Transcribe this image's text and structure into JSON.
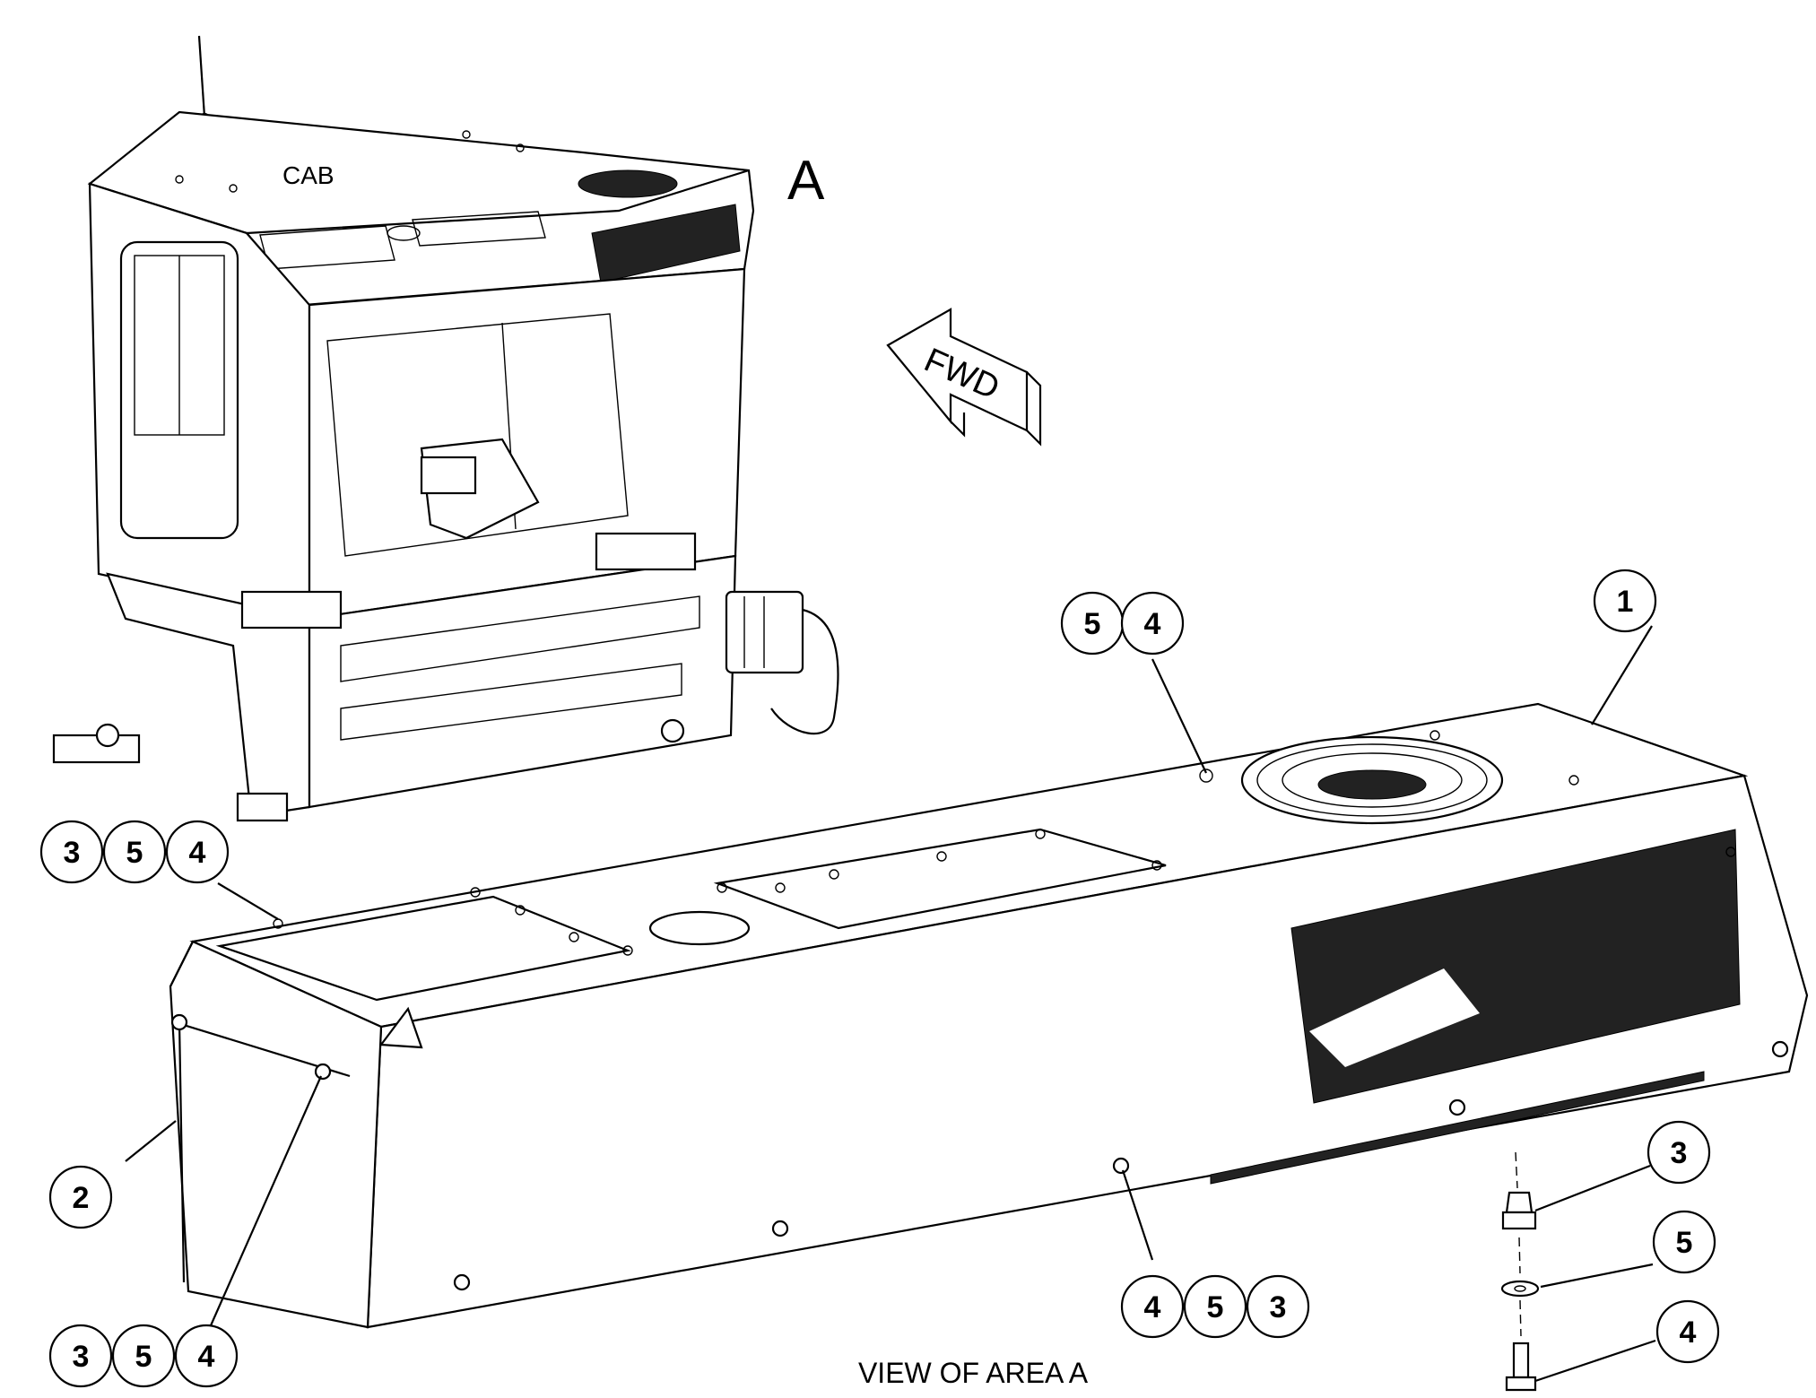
{
  "labels": {
    "cab": "CAB",
    "area": "A",
    "forward": "FWD",
    "view_caption": "VIEW OF AREA A"
  },
  "callouts": {
    "c1": [
      "1"
    ],
    "c2": [
      "2"
    ],
    "top_pair": [
      "5",
      "4"
    ],
    "left_triple": [
      "3",
      "5",
      "4"
    ],
    "bottom_left_triple": [
      "3",
      "5",
      "4"
    ],
    "bottom_mid_triple": [
      "4",
      "5",
      "3"
    ],
    "exploded_3": [
      "3"
    ],
    "exploded_5": [
      "5"
    ],
    "exploded_4": [
      "4"
    ]
  }
}
